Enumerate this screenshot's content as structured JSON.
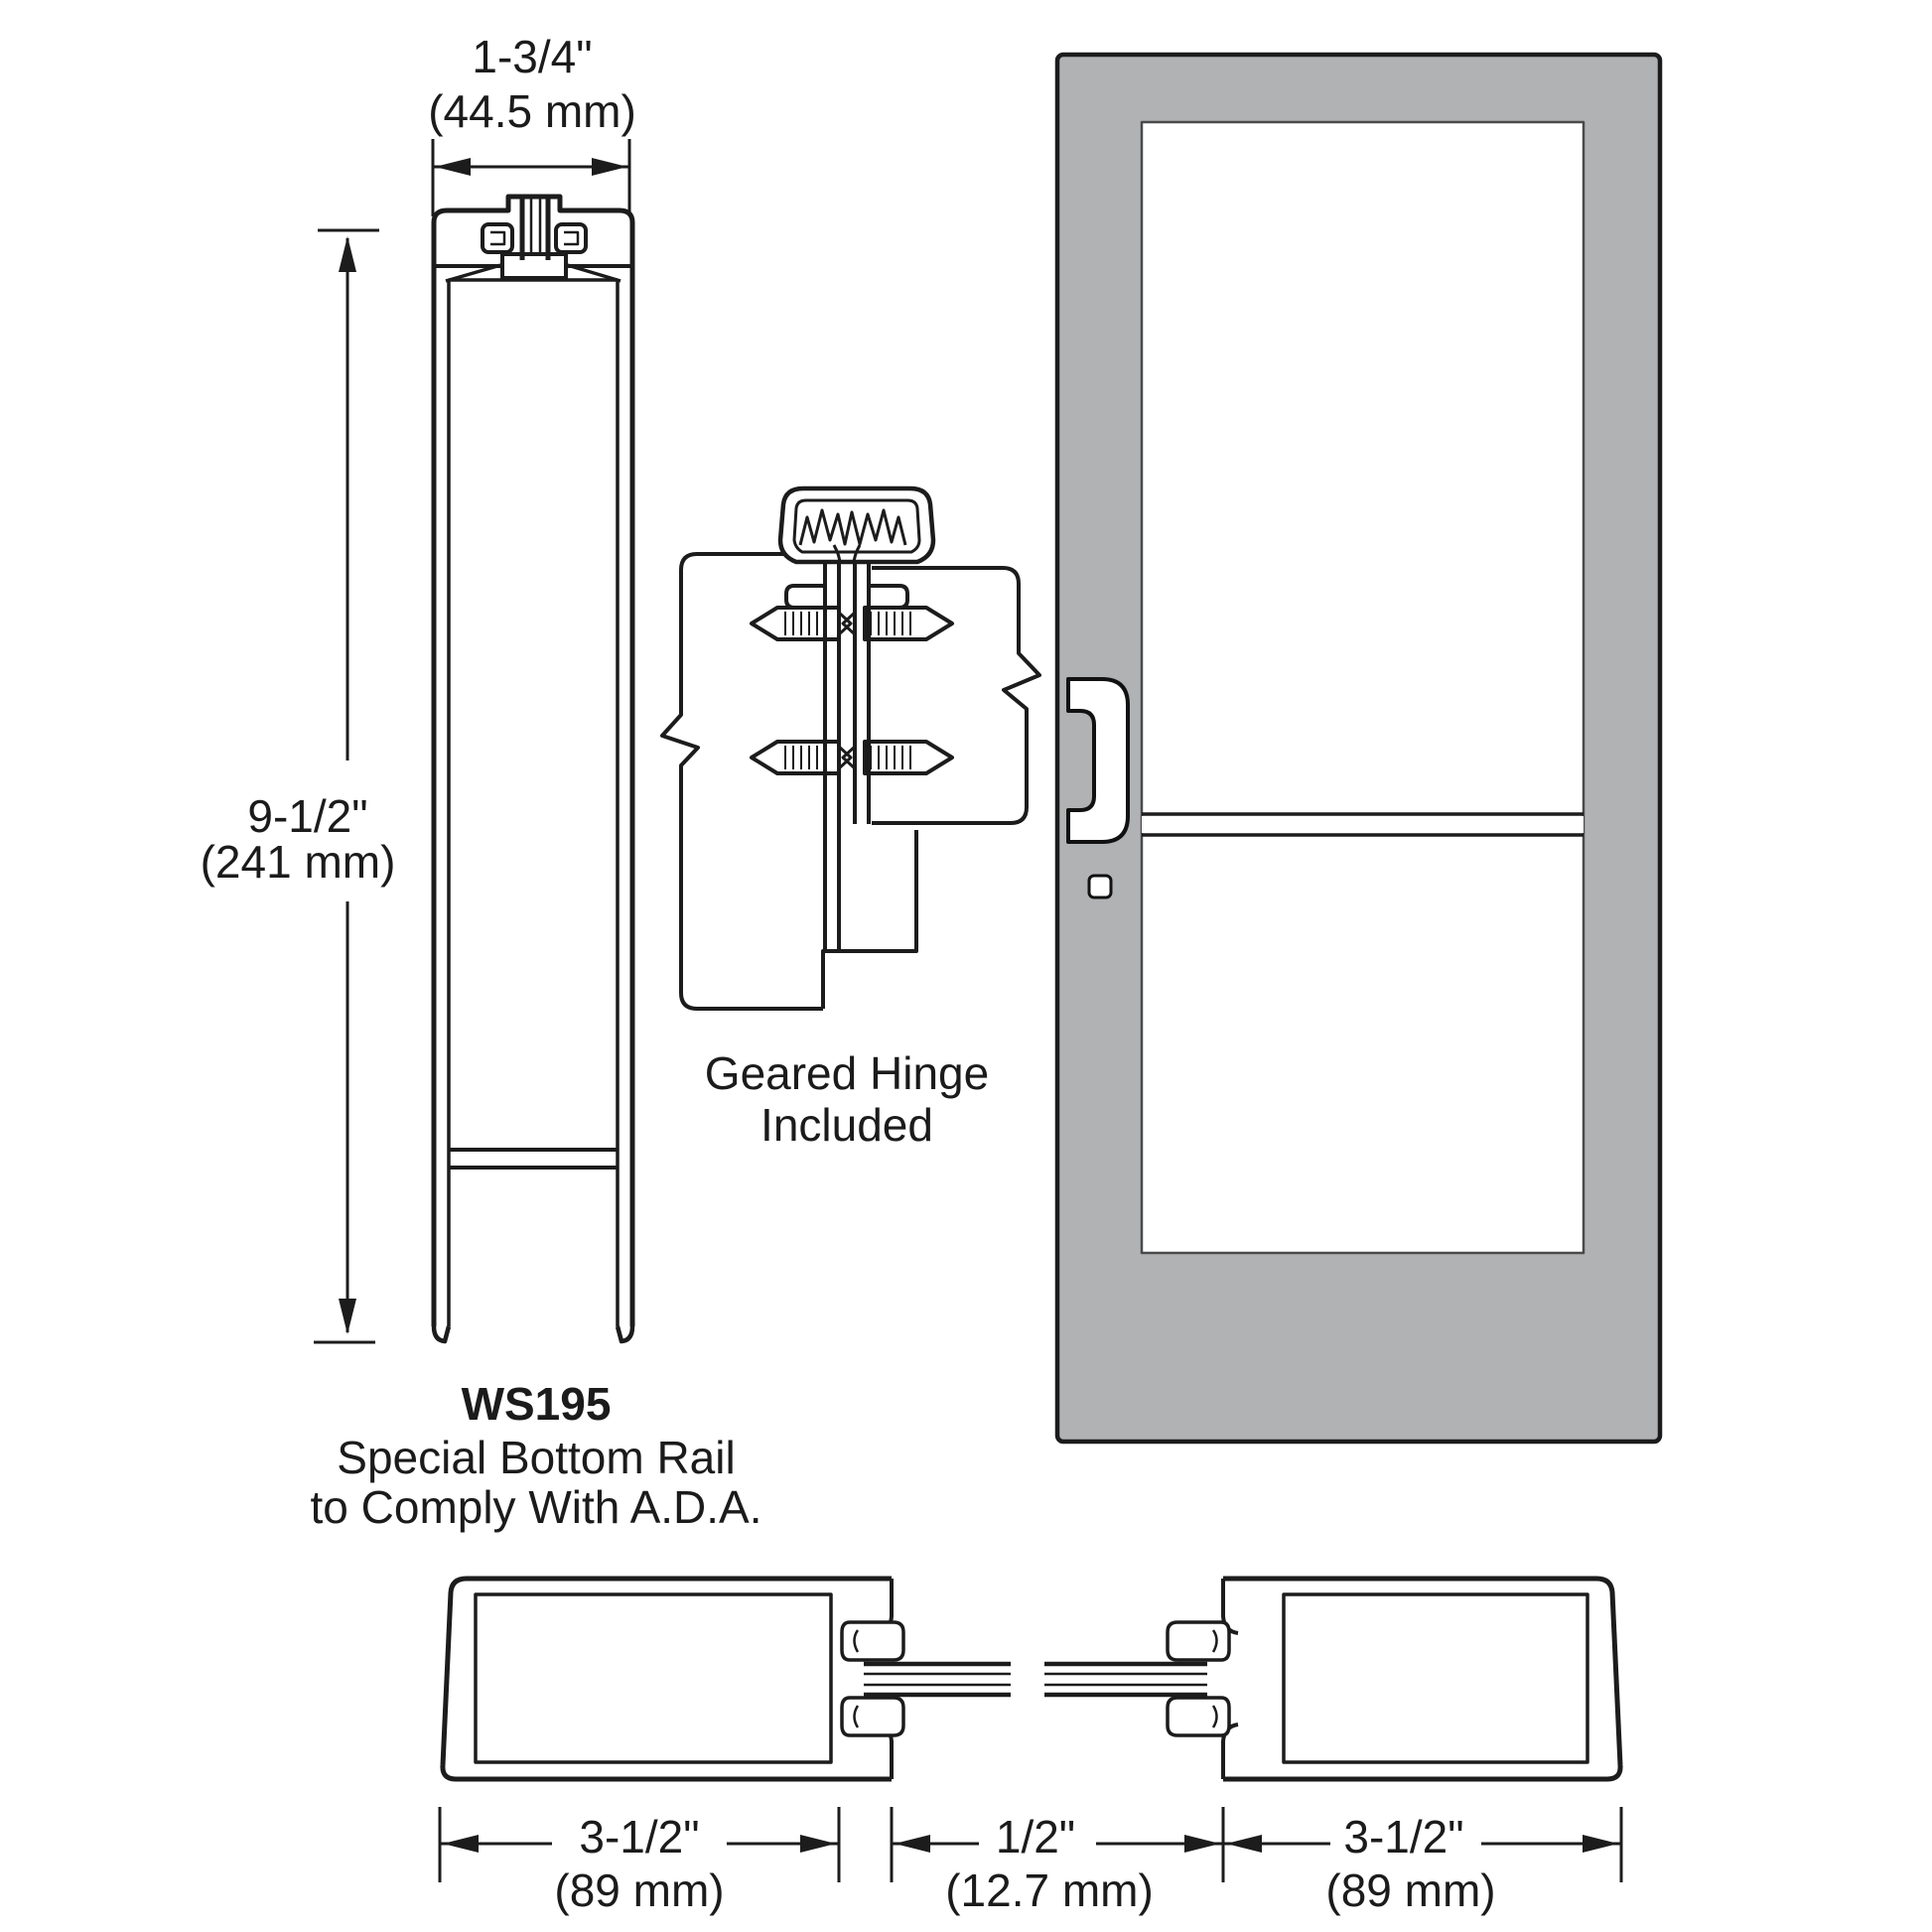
{
  "colors": {
    "line": "#1c1c1c",
    "door_fill": "#b1b2b4",
    "glass": "#ffffff",
    "background": "#ffffff"
  },
  "bottom_rail_section": {
    "width_dim": {
      "inches": "1-3/4\"",
      "metric": "(44.5 mm)"
    },
    "height_dim": {
      "inches": "9-1/2\"",
      "metric": "(241 mm)"
    },
    "caption": {
      "model": "WS195",
      "line1": "Special Bottom Rail",
      "line2": "to Comply With A.D.A."
    }
  },
  "hinge_detail": {
    "caption_line1": "Geared Hinge",
    "caption_line2": "Included"
  },
  "stile_section": {
    "dims": [
      {
        "inches": "3-1/2\"",
        "metric": "(89 mm)"
      },
      {
        "inches": "1/2\"",
        "metric": "(12.7 mm)"
      },
      {
        "inches": "3-1/2\"",
        "metric": "(89 mm)"
      }
    ]
  }
}
